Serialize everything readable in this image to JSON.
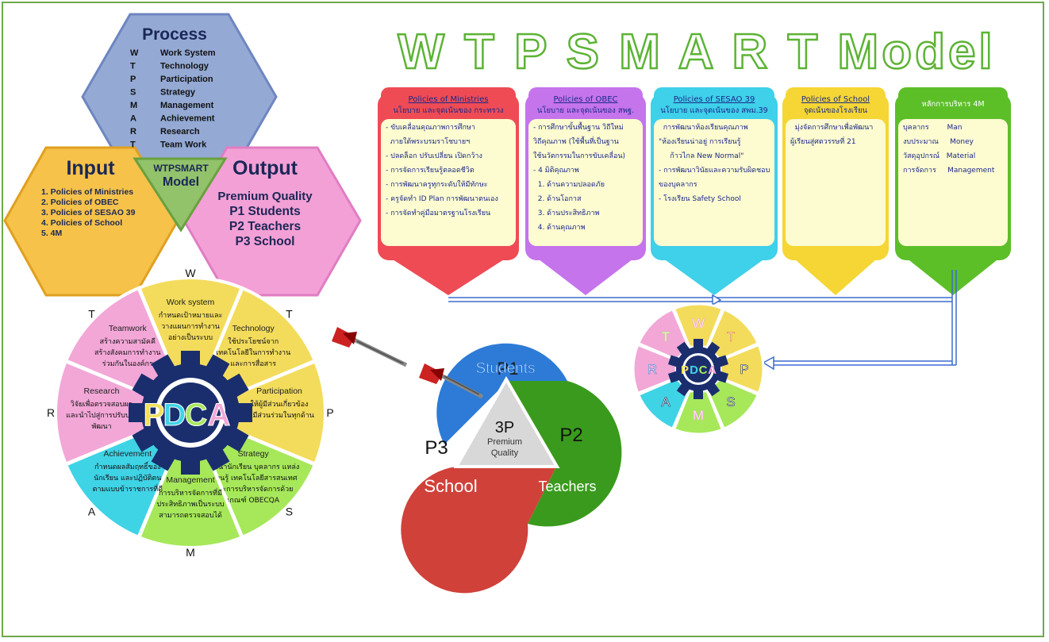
{
  "title": "W T P S M A R T   Model",
  "colors": {
    "border": "#6fa84a",
    "blue": "#2d7bd6",
    "green": "#3a9a1d",
    "red": "#d0413a",
    "pink": "#f2a7d7",
    "yellow": "#f3dc5c",
    "cyan": "#3fd3e6",
    "lightgreen": "#a6e85a",
    "purple": "#c070e6",
    "gear": "#1a2e6e"
  },
  "process": {
    "heading": "Process",
    "items": [
      {
        "letter": "W",
        "label": "Work System"
      },
      {
        "letter": "T",
        "label": "Technology"
      },
      {
        "letter": "P",
        "label": "Participation"
      },
      {
        "letter": "S",
        "label": "Strategy"
      },
      {
        "letter": "M",
        "label": "Management"
      },
      {
        "letter": "A",
        "label": "Achievement"
      },
      {
        "letter": "R",
        "label": "Research"
      },
      {
        "letter": "T",
        "label": "Team Work"
      }
    ]
  },
  "input": {
    "heading": "Input",
    "items": [
      "1. Policies of Ministries",
      "2. Policies of OBEC",
      "3. Policies of SESAO 39",
      "4. Policies of  School",
      "5. 4M"
    ]
  },
  "center": {
    "line1": "WTPSMART",
    "line2": "Model"
  },
  "output": {
    "heading": "Output",
    "items": [
      "Premium Quality",
      "P1 Students",
      "P2 Teachers",
      "P3 School"
    ]
  },
  "policies": [
    {
      "title": "Policies of Ministries",
      "subtitle": "นโยบาย และจุดเน้นของ กระทรวง",
      "color": "#ee4b55",
      "lines": [
        "- ขับเคลื่อนคุณภาพการศึกษา",
        "  ภายใต้พระบรมราโชบายฯ",
        "- ปลดล็อก ปรับเปลี่ยน เปิดกว้าง",
        "- การจัดการเรียนรู้ตลอดชีวิต",
        "- การพัฒนาครูทุกระดับให้มีทักษะ",
        "- ครูจัดทำ ID Plan การพัฒนาตนเอง",
        "- การจัดทำคู่มือมาตรฐานโรงเรียน"
      ]
    },
    {
      "title": "Policies of OBEC",
      "subtitle": "นโยบาย และจุดเน้นของ สพฐ.",
      "color": "#c574ec",
      "lines": [
        "- การศึกษาขั้นพื้นฐาน วิถีใหม่",
        "วิถีคุณภาพ (ใช้พื้นที่เป็นฐาน",
        "ใช้นวัตกรรมในการขับเคลื่อน)",
        "- 4 มิติคุณภาพ",
        "  1. ด้านความปลอดภัย",
        "  2. ด้านโอกาส",
        "  3. ด้านประสิทธิภาพ",
        "  4. ด้านคุณภาพ"
      ]
    },
    {
      "title": "Policies of SESAO 39",
      "subtitle": "นโยบาย และจุดเน้นของ สพม.39",
      "color": "#3fd0ea",
      "lines": [
        "  การพัฒนาห้องเรียนคุณภาพ",
        "\"ห้องเรียนน่าอยู่ การเรียนรู้",
        "     ก้าวไกล New Normal\"",
        "- การพัฒนาวินัยและความรับผิดชอบ",
        "ของบุคลากร",
        "- โรงเรียน Safety School"
      ]
    },
    {
      "title": "Policies of School",
      "subtitle": "จุดเน้นของโรงเรียน",
      "color": "#f5d634",
      "lines": [
        "  มุ่งจัดการศึกษาเพื่อพัฒนา",
        "ผู้เรียนสู่ศตวรรษที่ 21"
      ]
    },
    {
      "title": "",
      "subtitle": "หลักการบริหาร 4M",
      "color": "#5cbf28",
      "lines": [
        "บุคลากร        Man",
        "งบประมาณ     Money",
        "วัสดุอุปกรณ์   Material",
        "การจัดการ     Management"
      ]
    }
  ],
  "wheel": {
    "hub": "PDCA",
    "petals": [
      {
        "letter": "W",
        "title": "Work system",
        "lines": [
          "กำหนดเป้าหมายและ",
          "วางแผนการทำงาน",
          "อย่างเป็นระบบ"
        ]
      },
      {
        "letter": "T",
        "title": "Technology",
        "lines": [
          "ใช้ประโยชน์จาก",
          "เทคโนโลยีในการทำงาน",
          "และการสื่อสาร"
        ]
      },
      {
        "letter": "P",
        "title": "Participation",
        "lines": [
          "ให้ผู้มีส่วนเกี่ยวข้อง",
          "ได้มีส่วนร่วมในทุกด้าน"
        ]
      },
      {
        "letter": "S",
        "title": "Strategy",
        "lines": [
          "พัฒนานักเรียน บุคลากร แหล่ง",
          "เรียนรู้ เทคโนโลยีสารสนเทศ",
          "และการบริหารจัดการด้วย",
          "เกณฑ์ OBECQA"
        ]
      },
      {
        "letter": "M",
        "title": "Management",
        "lines": [
          "การบริหารจัดการที่มี",
          "ประสิทธิภาพเป็นระบบ",
          "สามารถตรวจสอบได้"
        ]
      },
      {
        "letter": "A",
        "title": "Achievement",
        "lines": [
          "กำหนดผลสัมฤทธิ์ของ",
          "นักเรียน และปฏิบัติตน",
          "ตามแบบข้าราชการที่ดี"
        ]
      },
      {
        "letter": "R",
        "title": "Research",
        "lines": [
          "วิจัยเพื่อตรวจสอบผล",
          "และนำไปสู่การปรับปรุง",
          "พัฒนา"
        ]
      },
      {
        "letter": "T",
        "title": "Teamwork",
        "lines": [
          "สร้างความสามัคคี",
          "สร้างสังคมการทำงาน",
          "ร่วมกันในองค์กร"
        ]
      }
    ]
  },
  "threeP": {
    "center_big": "3P",
    "center_small1": "Premium",
    "center_small2": "Quality",
    "p1": "P1",
    "p1_label": "Students",
    "p2": "P2",
    "p2_label": "Teachers",
    "p3": "P3",
    "p3_label": "School"
  },
  "small_wheel": {
    "hub": "PDCA",
    "letters": [
      "W",
      "T",
      "P",
      "S",
      "M",
      "A",
      "R",
      "T"
    ]
  }
}
